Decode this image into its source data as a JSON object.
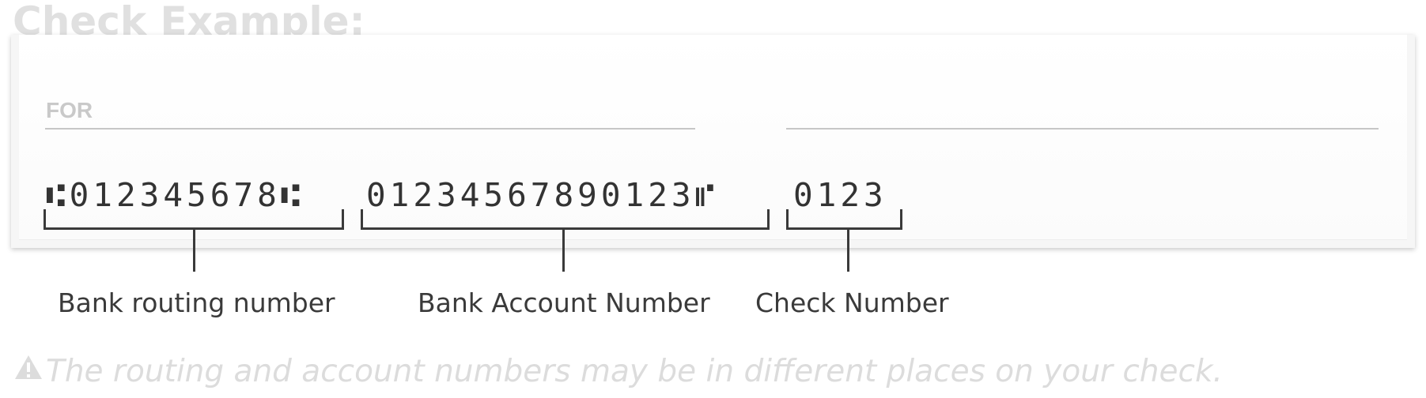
{
  "page": {
    "title": "Check Example:"
  },
  "check": {
    "for_label": "FOR",
    "micr": {
      "routing": "⑆012345678⑆",
      "account": "01234567890123⑈",
      "check_number": "0123"
    }
  },
  "labels": {
    "routing": "Bank routing number",
    "account": "Bank Account Number",
    "check_number": "Check Number"
  },
  "note": {
    "icon": "warning-icon",
    "text": "The routing and account numbers may be in different places on your check."
  },
  "colors": {
    "title": "#e0e0e0",
    "ink": "#333333",
    "line": "#c6c6c6",
    "note": "#dcdcdc"
  }
}
